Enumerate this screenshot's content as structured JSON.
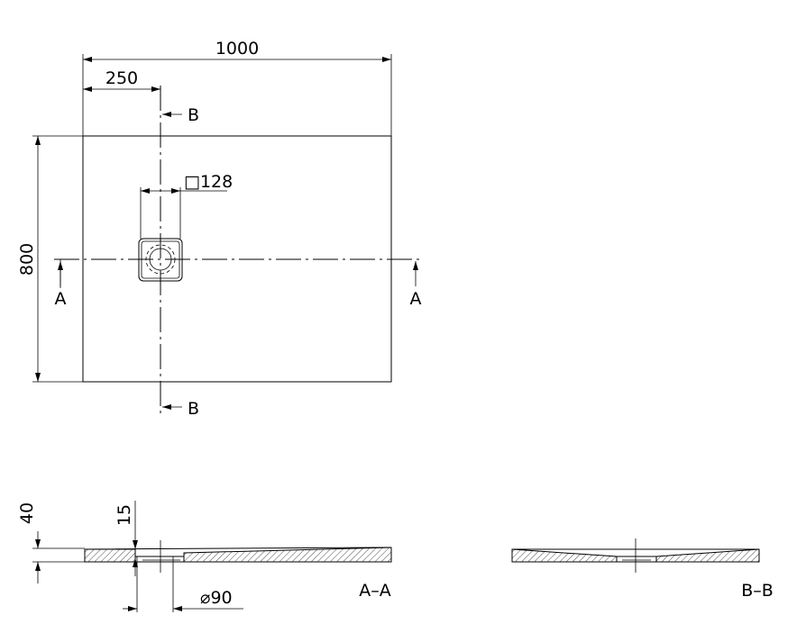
{
  "drawing": {
    "dim_width": "1000",
    "dim_offset": "250",
    "dim_depth": "800",
    "dim_drain": "□128",
    "dim_height": "40",
    "dim_drain_depth": "15",
    "dim_outlet": "⌀90",
    "section_a": "A",
    "section_b": "B",
    "label_aa": "A–A",
    "label_bb": "B–B"
  }
}
